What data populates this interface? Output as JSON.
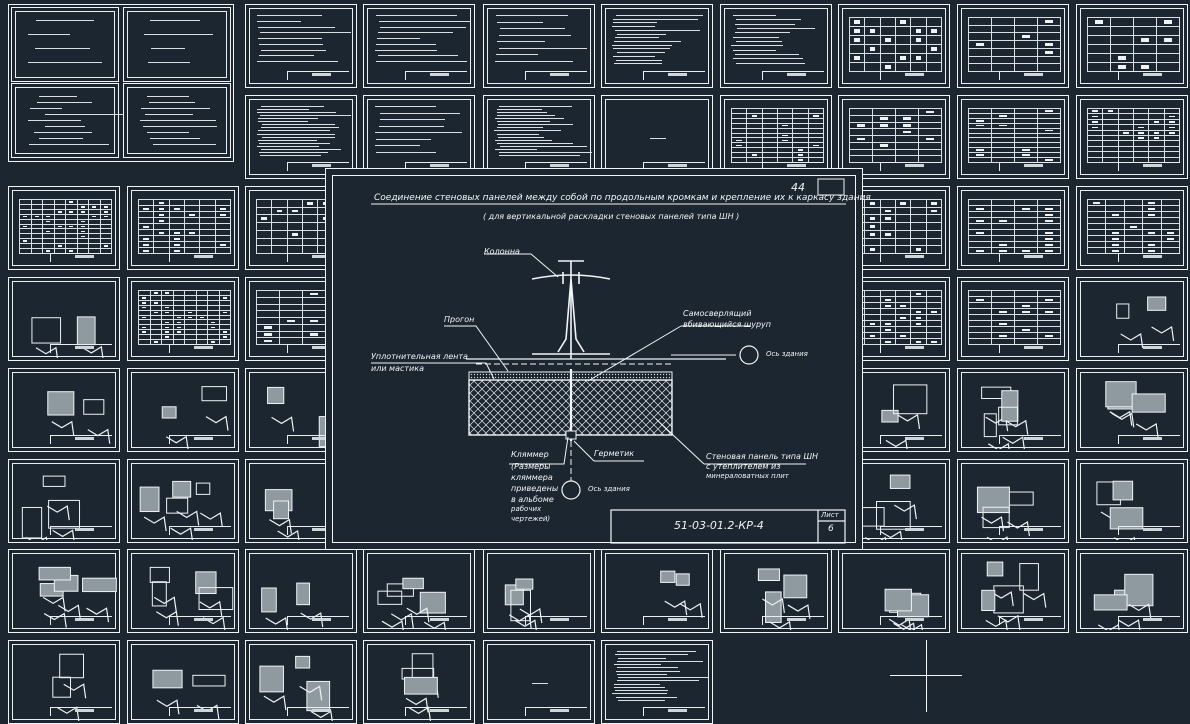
{
  "drawing": {
    "sheet_number": "44",
    "title": "Соединение стеновых панелей между собой по продольным кромкам и крепление их к каркасу здания",
    "subtitle": "( для вертикальной раскладки стеновых панелей типа ШН )",
    "labels": {
      "column": "Колонна",
      "girder": "Прогон",
      "seal_line1": "Уплотнительная лента",
      "seal_line2": "или мастика",
      "screw_line1": "Самосверлящий",
      "screw_line2": "вбивающийся шуруп",
      "axis_top": "Ось здания",
      "axis_bottom": "Ось здания",
      "sealant": "Герметик",
      "clamp_line1": "Кляммер",
      "clamp_line2": "(Размеры",
      "clamp_line3": "кляммера",
      "clamp_line4": "приведены",
      "clamp_line5": "в альбоме",
      "clamp_line6": "рабочих",
      "clamp_line7": "чертежей)",
      "panel_line1": "Стеновая панель типа ШН",
      "panel_line2": "с утеплителем из",
      "panel_line3": "минераловатных плит"
    },
    "stamp": {
      "code": "51-03-01.2-КР-4",
      "sheet_label": "Лист",
      "sheet_value": "6"
    }
  },
  "colors": {
    "background": "#1c2630",
    "lines": "#f2f4f5"
  },
  "icons": {
    "crosshair": "crosshair-cursor-icon"
  }
}
